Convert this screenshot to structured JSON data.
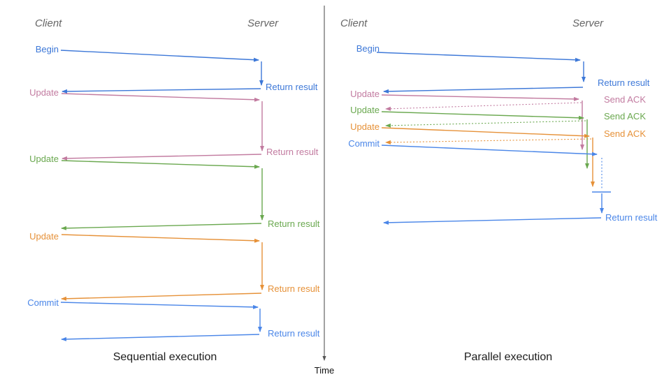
{
  "colors": {
    "begin_blue": "#3d78d8",
    "commit_blue": "#4a86e8",
    "pink": "#c27ba0",
    "green": "#6aa84f",
    "orange": "#e69138",
    "axis_gray": "#555555",
    "header_gray": "#666666",
    "caption_black": "#1c1c1c"
  },
  "sequential": {
    "client_header": "Client",
    "server_header": "Server",
    "caption": "Sequential execution",
    "rows": [
      {
        "request": "Begin",
        "response": "Return result",
        "color": "#3d78d8",
        "response_style": "solid"
      },
      {
        "request": "Update",
        "response": "Return result",
        "color": "#c27ba0",
        "response_style": "solid"
      },
      {
        "request": "Update",
        "response": "Return result",
        "color": "#6aa84f",
        "response_style": "solid"
      },
      {
        "request": "Update",
        "response": "Return result",
        "color": "#e69138",
        "response_style": "solid"
      },
      {
        "request": "Commit",
        "response": "Return result",
        "color": "#4a86e8",
        "response_style": "solid"
      }
    ]
  },
  "parallel": {
    "client_header": "Client",
    "server_header": "Server",
    "caption": "Parallel execution",
    "rows": [
      {
        "request": "Begin",
        "response": "Return result",
        "color": "#3d78d8",
        "response_style": "solid"
      },
      {
        "request": "Update",
        "response": "Send ACK",
        "color": "#c27ba0",
        "response_style": "dotted"
      },
      {
        "request": "Update",
        "response": "Send ACK",
        "color": "#6aa84f",
        "response_style": "dotted"
      },
      {
        "request": "Update",
        "response": "Send ACK",
        "color": "#e69138",
        "response_style": "dotted"
      },
      {
        "request": "Commit",
        "response": "Return result",
        "color": "#4a86e8",
        "response_style": "solid"
      }
    ]
  },
  "time_axis": {
    "label": "Time"
  }
}
